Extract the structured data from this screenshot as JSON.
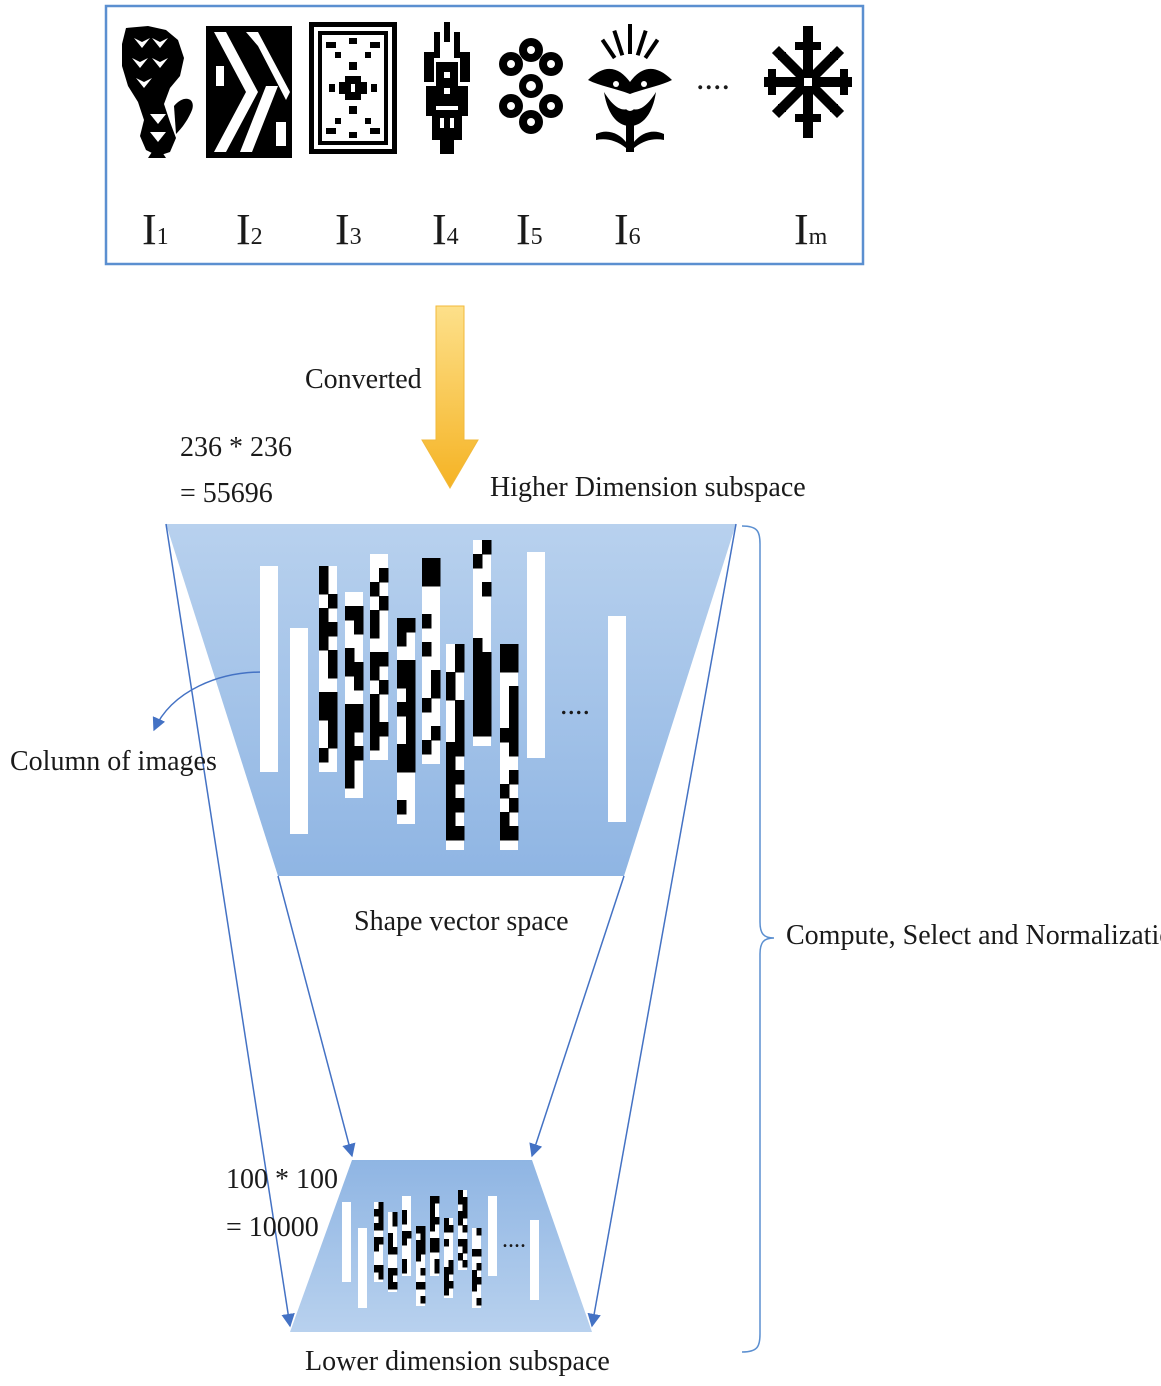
{
  "images": [
    {
      "base": "I",
      "sub": "1"
    },
    {
      "base": "I",
      "sub": "2"
    },
    {
      "base": "I",
      "sub": "3"
    },
    {
      "base": "I",
      "sub": "4"
    },
    {
      "base": "I",
      "sub": "5"
    },
    {
      "base": "I",
      "sub": "6"
    },
    {
      "base": "I",
      "sub": "m"
    }
  ],
  "images_ellipsis": "....",
  "arrow_label": "Converted",
  "high_dims": {
    "line1": "236 * 236",
    "line2": "= 55696"
  },
  "high_title": "Higher Dimension subspace",
  "column_label": "Column of images",
  "high_ellipsis": "....",
  "mid_label": "Shape vector space",
  "brace_label": "Compute, Select and Normalization",
  "low_dims": {
    "line1": "100 * 100",
    "line2": "= 10000"
  },
  "low_ellipsis": "....",
  "low_title": "Lower dimension subspace",
  "colors": {
    "frame_border": "#5b8fd0",
    "arrow_top": "#fde08a",
    "arrow_bottom": "#f5b324",
    "trap_top": "#b8d1ee",
    "trap_bottom": "#8fb5e3",
    "line": "#4472c4",
    "brace": "#5b8fd0"
  },
  "icon_names": [
    "peacock-motif-icon",
    "zigzag-motif-icon",
    "tile-motif-icon",
    "plant-motif-icon",
    "flower-motif-icon",
    "lotus-motif-icon",
    "star-motif-icon"
  ]
}
